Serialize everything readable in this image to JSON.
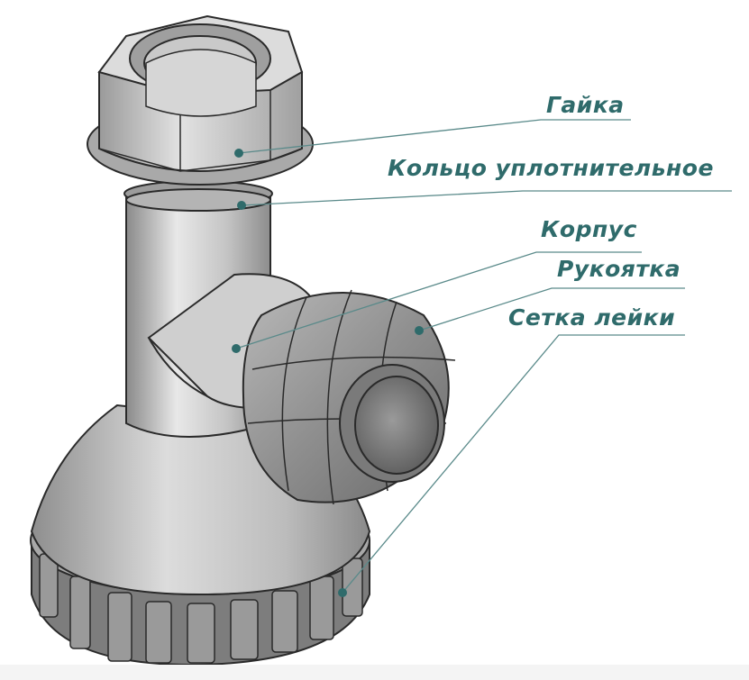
{
  "colors": {
    "label_text": "#2f6b6b",
    "leader_line": "#5a8a8a",
    "metal_light": "#e6e6e6",
    "metal_mid": "#bdbdbd",
    "metal_dark": "#7c7c7c",
    "outline": "#2a2a2a"
  },
  "labels": {
    "nut": "Гайка",
    "seal_ring": "Кольцо уплотнительное",
    "body": "Корпус",
    "handle": "Рукоятка",
    "screen": "Сетка лейки"
  }
}
